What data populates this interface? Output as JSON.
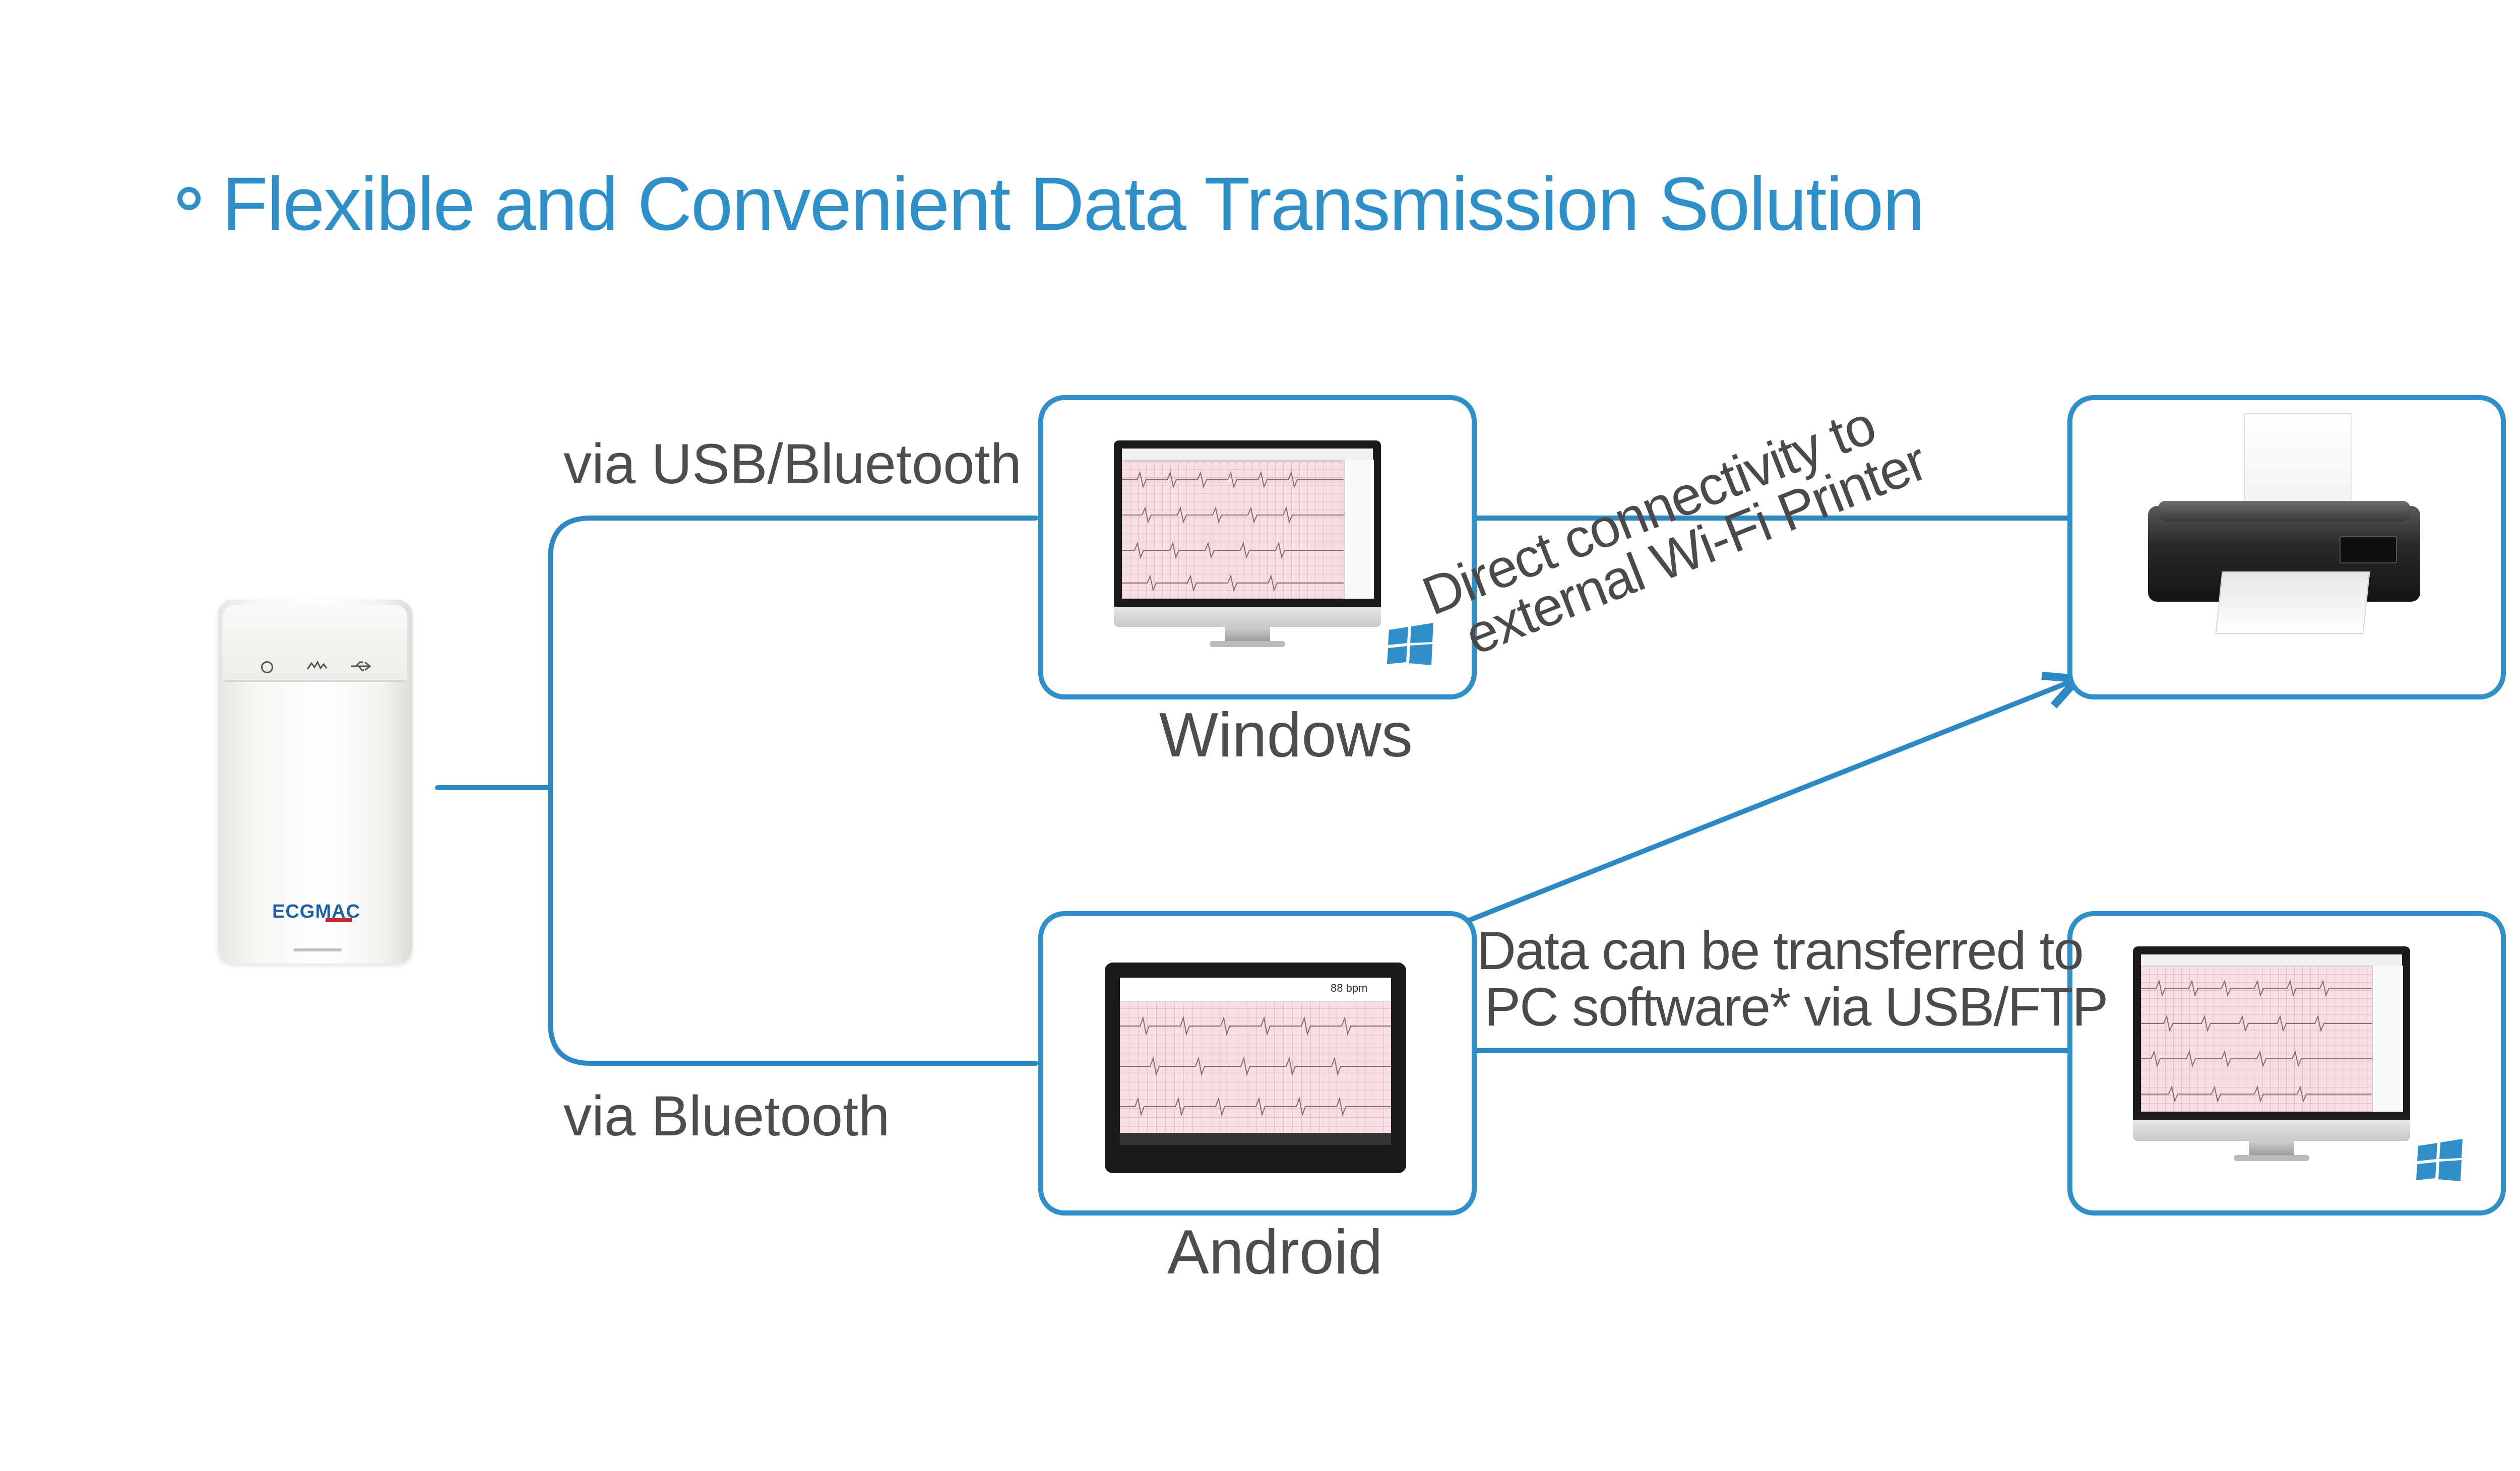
{
  "title": "Flexible and Convenient Data Transmission Solution",
  "colors": {
    "accent": "#2f8fc9",
    "line": "#2c89c3",
    "label_text": "#4d4d4d",
    "ecg_paper": "#f6dfe2",
    "ecg_trace": "#8a6a6a"
  },
  "device": {
    "brand": "ECGMAC",
    "icons": [
      "power-icon",
      "bluetooth-icon",
      "usb-icon"
    ]
  },
  "connections": {
    "usb_bluetooth_label": "via USB/Bluetooth",
    "bluetooth_label": "via Bluetooth"
  },
  "nodes": {
    "windows_label": "Windows",
    "android_label": "Android"
  },
  "notes": {
    "printer_line1": "Direct connectivity to",
    "printer_line2": "external Wi-Fi Printer",
    "pc_line1": "Data can be transferred to",
    "pc_line2": "PC software* via USB/FTP"
  },
  "tablet_screen": {
    "heart_rate": "88 bpm"
  }
}
